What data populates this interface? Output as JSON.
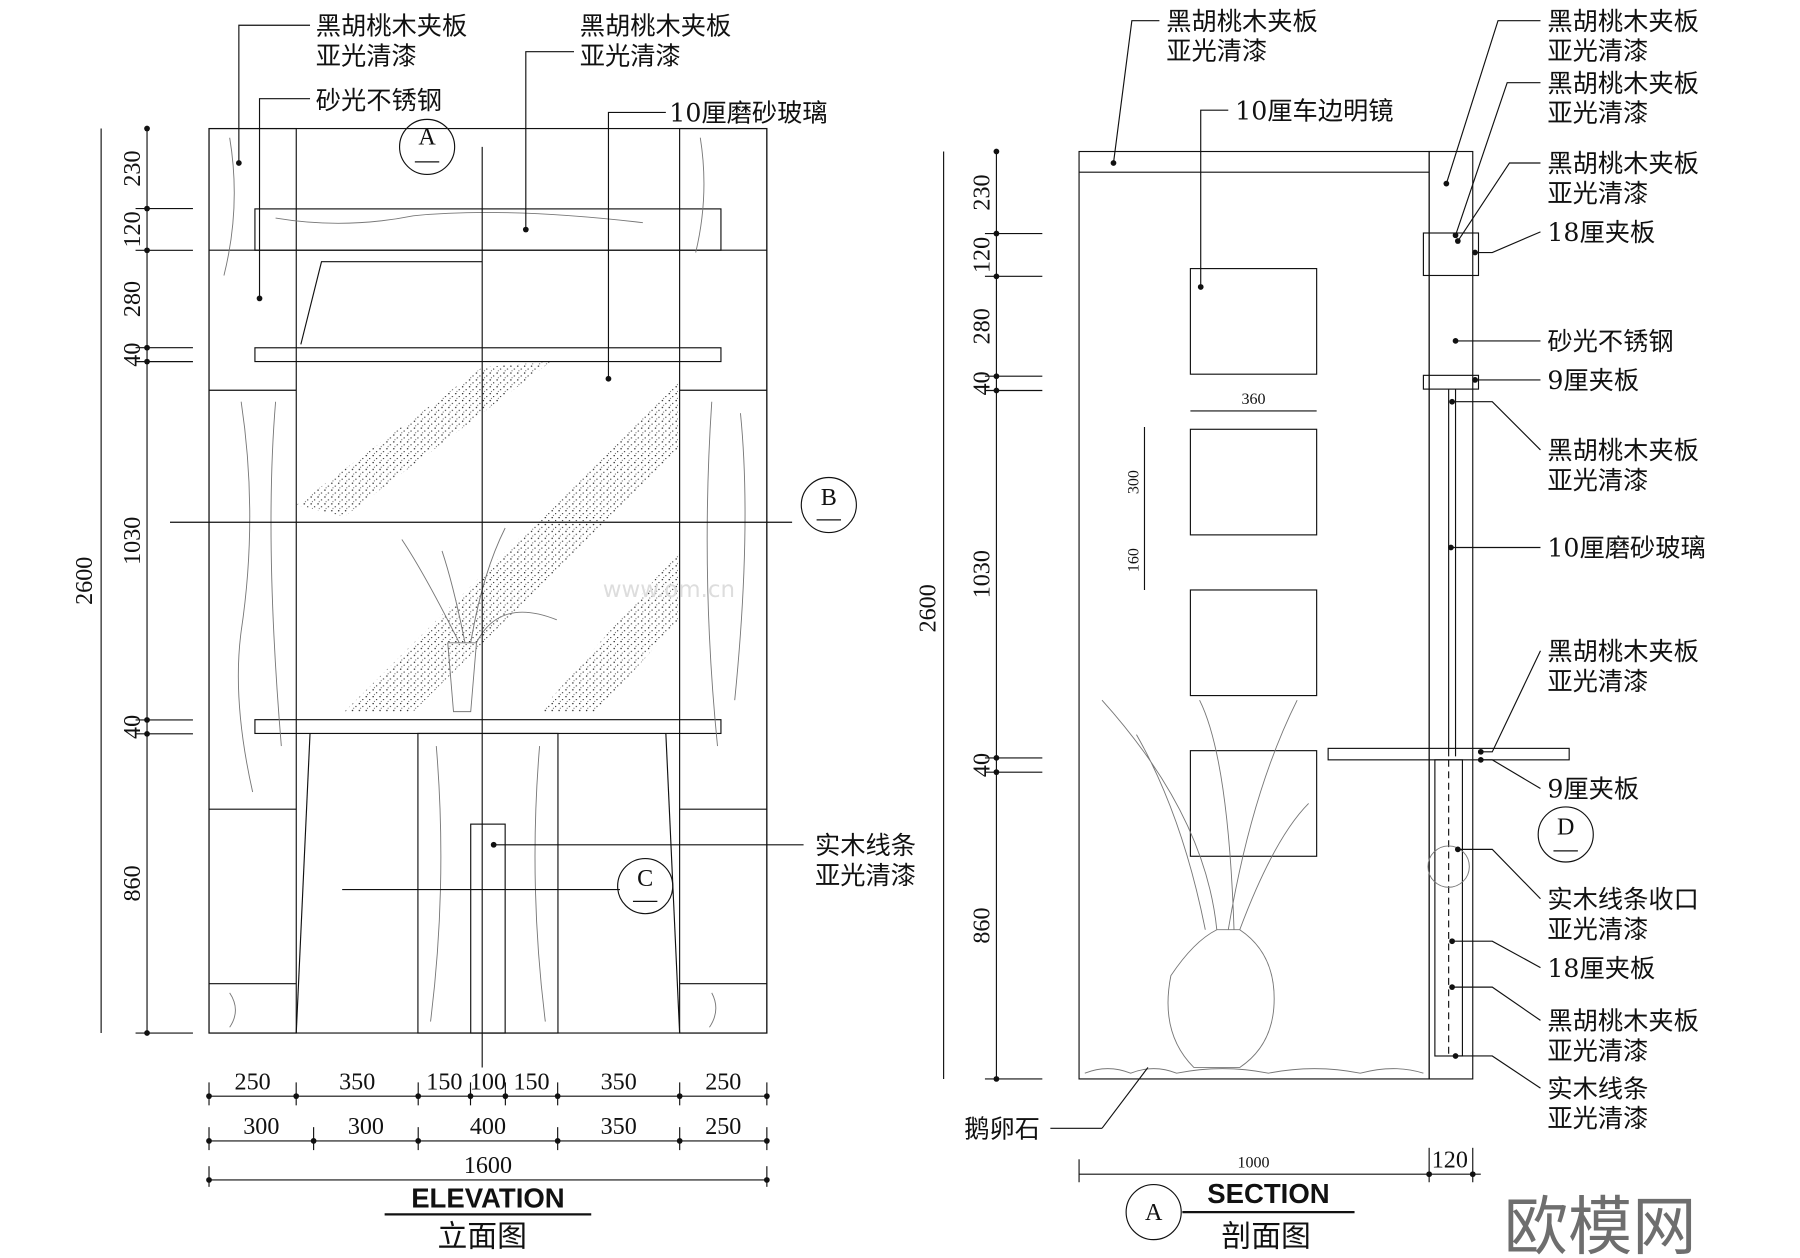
{
  "elevation": {
    "title_en": "ELEVATION",
    "title_cn": "立面图",
    "labels": {
      "top_left": [
        "黑胡桃木夹板",
        "亚光清漆"
      ],
      "top_mid": [
        "黑胡桃木夹板",
        "亚光清漆"
      ],
      "steel": "砂光不锈钢",
      "glass": "10厘磨砂玻璃",
      "wood_line": [
        "实木线条",
        "亚光清漆"
      ]
    },
    "markers": {
      "a": "A",
      "b": "B",
      "c": "C",
      "sub": "—"
    },
    "vertical_dims": [
      "230",
      "120",
      "280",
      "40",
      "1030",
      "40",
      "860"
    ],
    "total_height": "2600",
    "bottom_dims_row1": [
      "250",
      "350",
      "150",
      "100",
      "150",
      "350",
      "250"
    ],
    "bottom_dims_row2": [
      "300",
      "300",
      "400",
      "350",
      "250"
    ],
    "total_width": "1600"
  },
  "section": {
    "title_en": "SECTION",
    "title_cn": "剖面图",
    "marker": "A",
    "labels": {
      "top": [
        "黑胡桃木夹板",
        "亚光清漆"
      ],
      "mirror": "10厘车边明镜",
      "pebbles": "鹅卵石",
      "right": [
        [
          "黑胡桃木夹板",
          "亚光清漆"
        ],
        [
          "黑胡桃木夹板",
          "亚光清漆"
        ],
        [
          "黑胡桃木夹板",
          "亚光清漆"
        ],
        [
          "18厘夹板"
        ],
        [
          "砂光不锈钢"
        ],
        [
          "9厘夹板"
        ],
        [
          "黑胡桃木夹板",
          "亚光清漆"
        ],
        [
          "10厘磨砂玻璃"
        ],
        [
          "黑胡桃木夹板",
          "亚光清漆"
        ],
        [
          "9厘夹板"
        ],
        [
          "实木线条收口",
          "亚光清漆"
        ],
        [
          "18厘夹板"
        ],
        [
          "黑胡桃木夹板",
          "亚光清漆"
        ],
        [
          "实木线条",
          "亚光清漆"
        ]
      ]
    },
    "marker_d": "D",
    "mirror_dims": {
      "width": "360",
      "height": "300",
      "gap": "160"
    },
    "vertical_dims": [
      "230",
      "120",
      "280",
      "40",
      "1030",
      "40",
      "860"
    ],
    "total_height": "2600",
    "bottom_dims": [
      "1000",
      "120"
    ]
  },
  "watermark": {
    "logo": "欧模网",
    "url": "www.om.cn"
  }
}
